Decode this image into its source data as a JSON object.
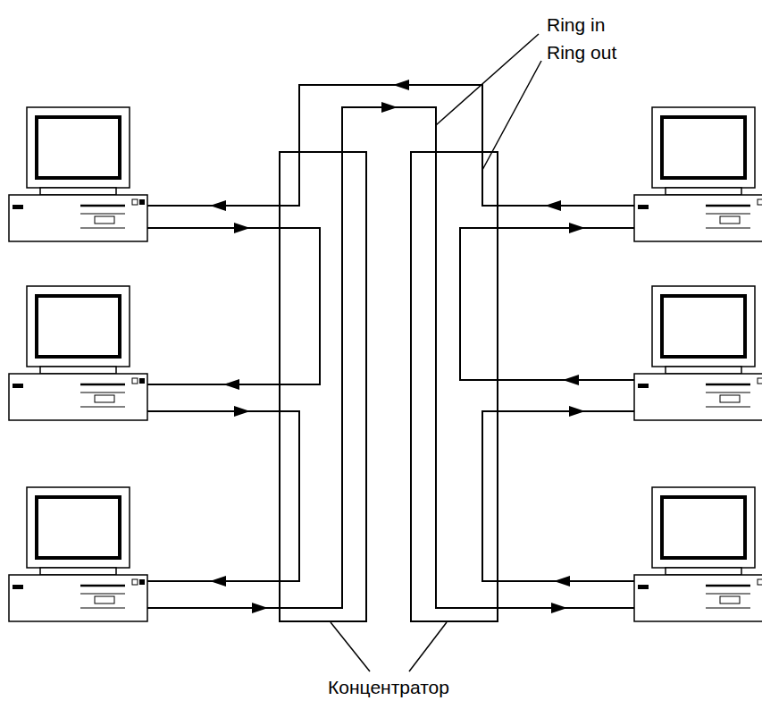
{
  "diagram": {
    "labels": [
      "Ring in",
      "Ring out",
      "Концентратор"
    ]
  }
}
